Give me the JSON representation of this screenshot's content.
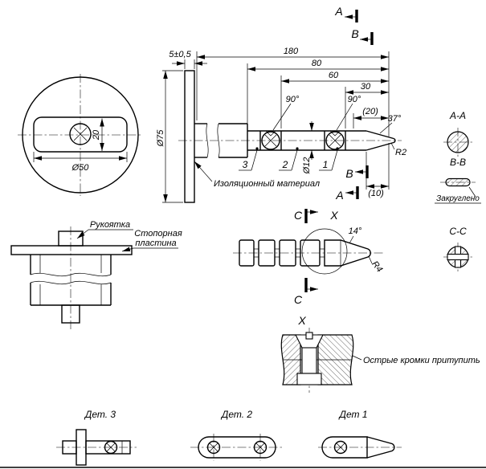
{
  "drawing": {
    "cuts": {
      "a": "А",
      "b": "В",
      "c": "С"
    },
    "sections": {
      "aa": "А-А",
      "bb": "В-В",
      "cc": "С-С",
      "rounded": "Закруглено"
    },
    "detail": {
      "x": "X",
      "det1": "Дет 1",
      "det2": "Дет. 2",
      "det3": "Дет. 3"
    },
    "notes": {
      "insulation": "Изоляционный материал",
      "handle": "Рукоятка",
      "stop_plate_1": "Стопорная",
      "stop_plate_2": "пластина",
      "blunt": "Острые кромки притупить"
    },
    "positions": {
      "p1": "1",
      "p2": "2",
      "p3": "3"
    },
    "dims": {
      "len180": "180",
      "len80": "80",
      "len60": "60",
      "len30": "30",
      "ref20": "(20)",
      "ref10": "(10)",
      "ang90": "90°",
      "ang37": "37°",
      "ang14": "14°",
      "r2": "R2",
      "r4": "R4",
      "dia75": "Ø75",
      "dia50": "Ø50",
      "dia12": "Ø12",
      "w20": "20",
      "thk5": "5±0,5"
    }
  }
}
